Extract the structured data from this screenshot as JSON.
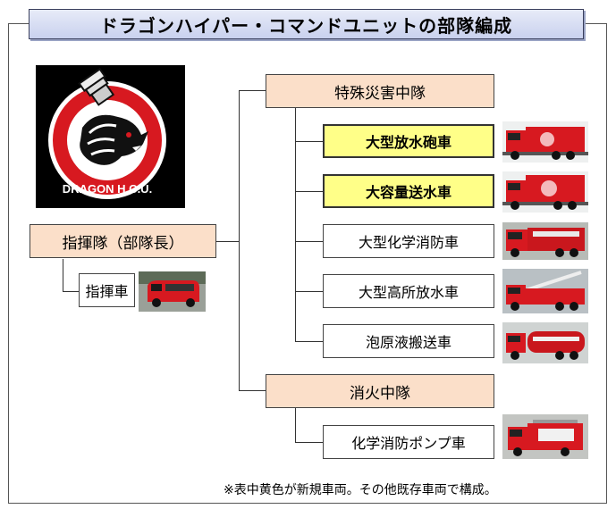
{
  "title": "ドラゴンハイパー・コマンドユニットの部隊編成",
  "logo": {
    "text": "DRAGON H.C.U."
  },
  "command": {
    "label": "指揮隊（部隊長）",
    "vehicle": "指揮車"
  },
  "units": [
    {
      "label": "特殊災害中隊",
      "vehicles": [
        {
          "label": "大型放水砲車",
          "new": true
        },
        {
          "label": "大容量送水車",
          "new": true
        },
        {
          "label": "大型化学消防車",
          "new": false
        },
        {
          "label": "大型高所放水車",
          "new": false
        },
        {
          "label": "泡原液搬送車",
          "new": false
        }
      ]
    },
    {
      "label": "消火中隊",
      "vehicles": [
        {
          "label": "化学消防ポンプ車",
          "new": false
        }
      ]
    }
  ],
  "footnote": "※表中黄色が新規車両。その他既存車両で構成。",
  "colors": {
    "unit_box": "#fbdfc9",
    "new_vehicle": "#ffff88",
    "fire_red": "#d71920"
  }
}
